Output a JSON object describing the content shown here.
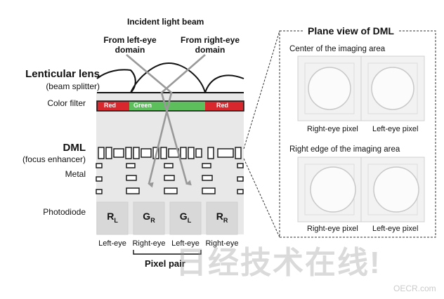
{
  "title": "Incident light beam",
  "from_left": [
    "From left-eye",
    "domain"
  ],
  "from_right": [
    "From right-eye",
    "domain"
  ],
  "labels": {
    "lens": "Lenticular lens",
    "lens_sub": "(beam splitter)",
    "color_filter": "Color filter",
    "dml": "DML",
    "dml_sub": "(focus enhancer)",
    "metal": "Metal",
    "photodiode": "Photodiode"
  },
  "filters": [
    "Red",
    "Green",
    "Red"
  ],
  "pixels": [
    {
      "main": "R",
      "sub": "L",
      "eye": "Left-eye"
    },
    {
      "main": "G",
      "sub": "R",
      "eye": "Right-eye"
    },
    {
      "main": "G",
      "sub": "L",
      "eye": "Left-eye"
    },
    {
      "main": "R",
      "sub": "R",
      "eye": "Right-eye"
    }
  ],
  "pixel_pair": "Pixel pair",
  "plane_view": {
    "title": "Plane view of DML",
    "center_title": "Center of the imaging area",
    "edge_title": "Right edge of the imaging area",
    "right_label": "Right-eye pixel",
    "left_label": "Left-eye pixel"
  },
  "watermark": "日经技术在线!",
  "watermark_url": "OECR.com",
  "colors": {
    "red": "#d9272e",
    "green": "#5cbf5c",
    "arrow": "#999999",
    "layer": "#e6e6e6"
  }
}
